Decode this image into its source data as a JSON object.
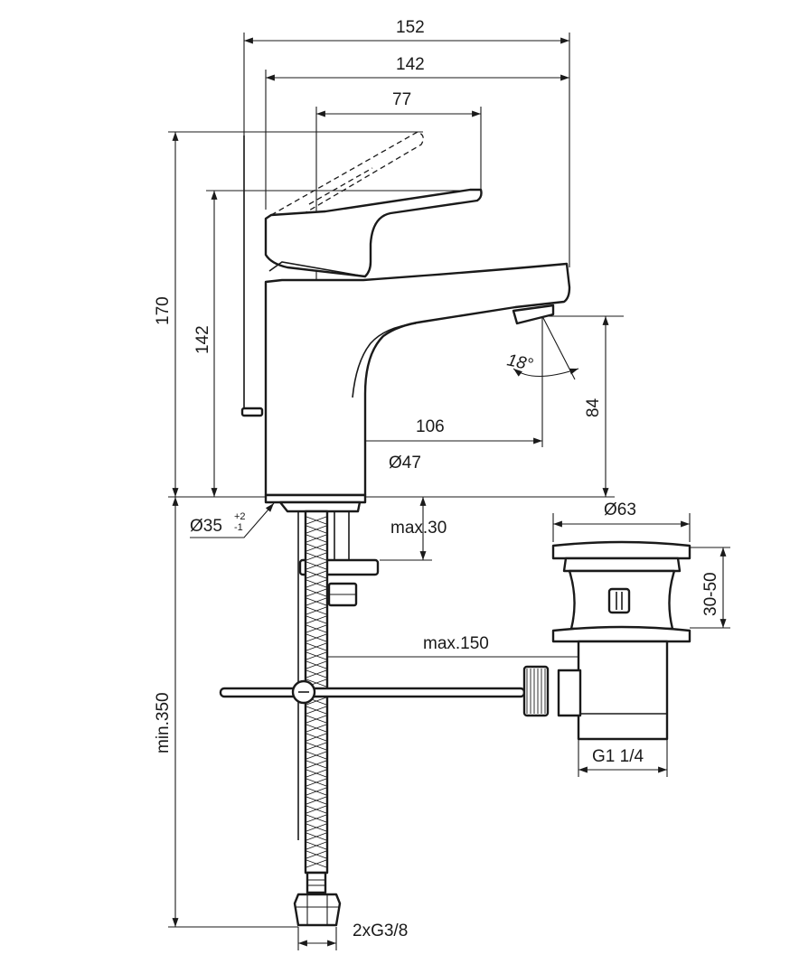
{
  "drawing": {
    "dim_width_total": "152",
    "dim_width_spout": "142",
    "dim_lever": "77",
    "dim_height_total": "170",
    "dim_height_body": "142",
    "dim_angle": "18°",
    "dim_spout_reach": "106",
    "dim_spout_height": "84",
    "dim_base_diameter": "Ø47",
    "dim_hole_diameter": "Ø35",
    "dim_hole_tol_plus": "+2",
    "dim_hole_tol_minus": "-1",
    "dim_deck_max": "max.30",
    "dim_waste_diameter": "Ø63",
    "dim_waste_height": "30-50",
    "dim_rod_max": "max.150",
    "dim_waste_thread": "G1 1/4",
    "dim_hose_min": "min.350",
    "dim_hose_thread": "2xG3/8"
  }
}
